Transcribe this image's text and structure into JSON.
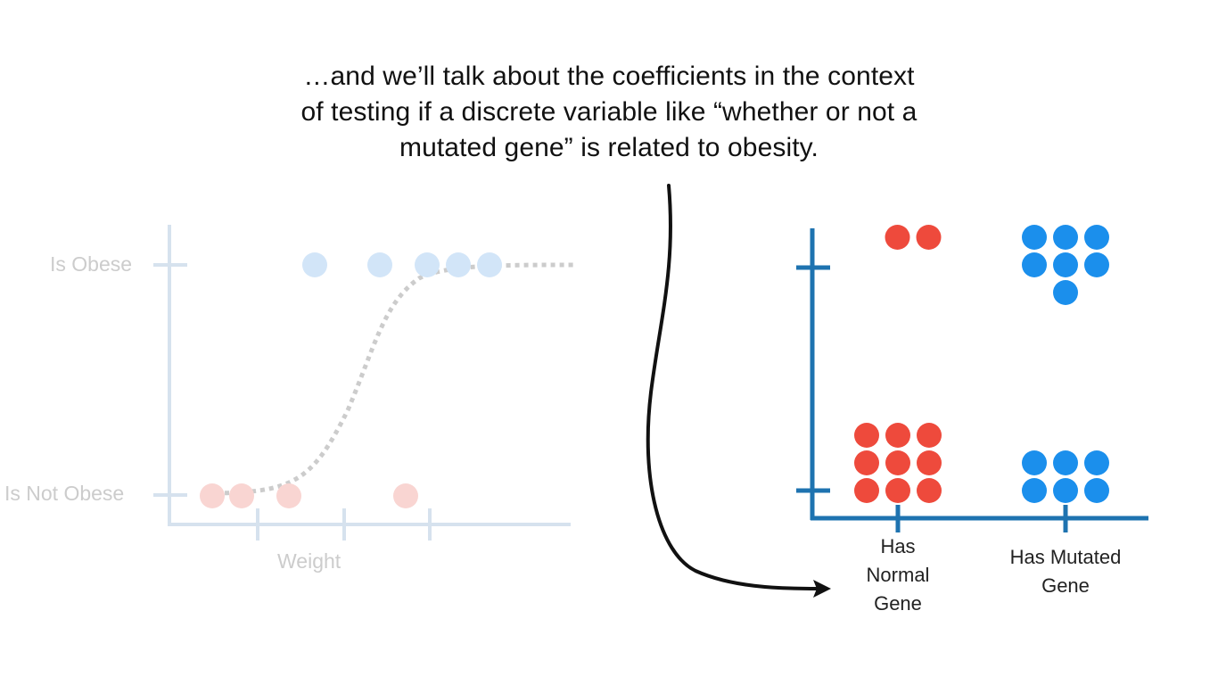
{
  "caption": {
    "lines": [
      "…and we’ll talk about the coefficients in the context",
      "of testing if a discrete variable like “whether or not a",
      "mutated gene” is related to obesity."
    ]
  },
  "left_plot": {
    "y_tick_labels": [
      "Is Obese",
      "Is Not Obese"
    ],
    "x_axis_label": "Weight",
    "colors": {
      "axis": "#d6e2ee",
      "obese_point": "#d2e5f8",
      "not_obese_point": "#f9d5d2",
      "curve": "#cccccc"
    }
  },
  "right_plot": {
    "categories": [
      {
        "label_lines": [
          "Has",
          "Normal",
          "Gene"
        ],
        "color": "#ee4a3c",
        "obese_count": 2,
        "not_obese_count": 9
      },
      {
        "label_lines": [
          "Has Mutated",
          "Gene"
        ],
        "color": "#1b8fec",
        "obese_count": 7,
        "not_obese_count": 6
      }
    ],
    "colors": {
      "axis": "#1e73b0"
    }
  },
  "arrow": {
    "color": "#111111"
  }
}
